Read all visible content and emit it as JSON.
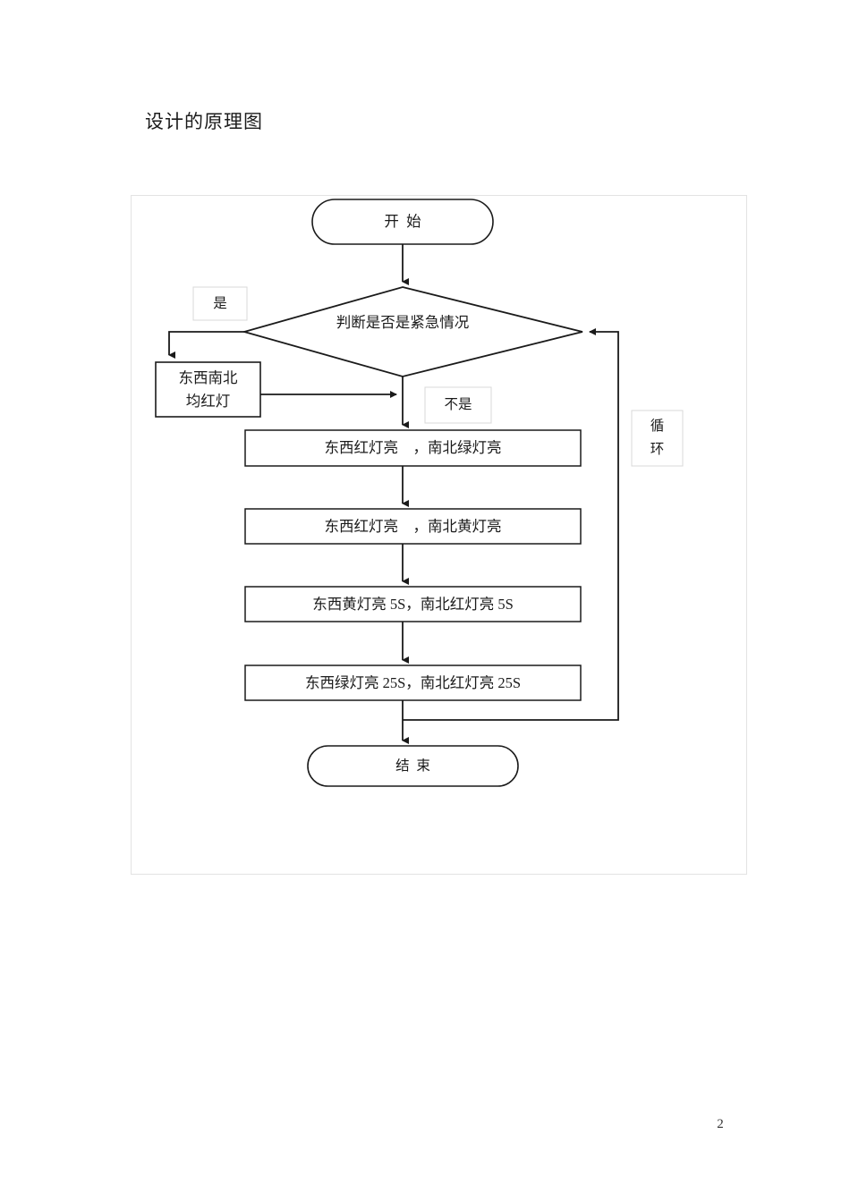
{
  "document": {
    "title": "设计的原理图",
    "page_number": "2"
  },
  "flowchart": {
    "start_node": "开  始",
    "decision_node": "判断是否是紧急情况",
    "yes_label": "是",
    "no_label": "不是",
    "loop_label_line1": "循",
    "loop_label_line2": "环",
    "emergency_box_line1": "东西南北",
    "emergency_box_line2": "均红灯",
    "steps": [
      "东西红灯亮    ，南北绿灯亮",
      "东西红灯亮    ，南北黄灯亮",
      "东西黄灯亮 5S，南北红灯亮 5S",
      "东西绿灯亮 25S，南北红灯亮 25S"
    ],
    "end_node": "结  束"
  },
  "style": {
    "stroke": "#1a1a1a",
    "label_border": "#d8d8d8",
    "frame_border": "#e3e3e3"
  }
}
